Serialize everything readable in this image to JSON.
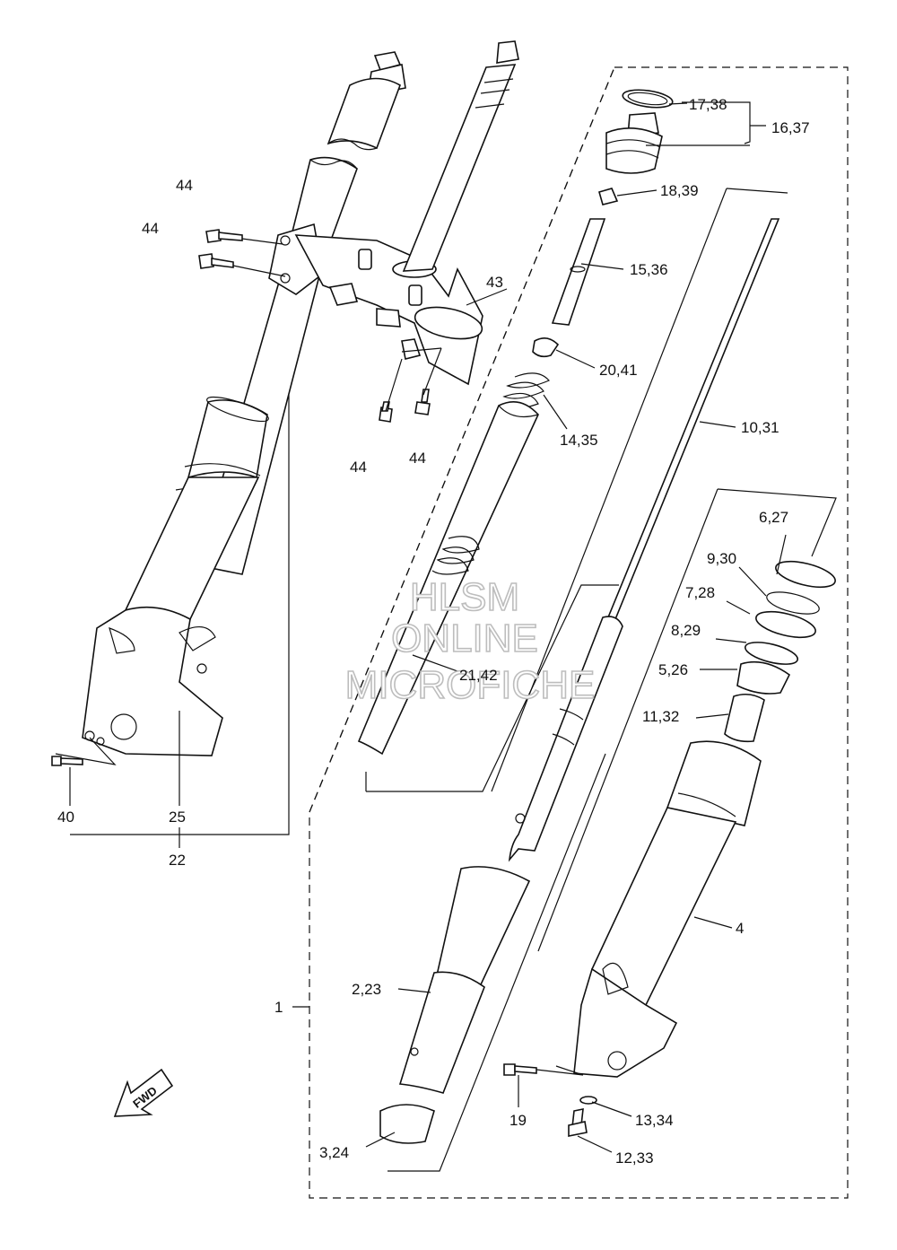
{
  "callouts": {
    "c1": "1",
    "c2_23": "2,23",
    "c3_24": "3,24",
    "c4": "4",
    "c5_26": "5,26",
    "c6_27": "6,27",
    "c7_28": "7,28",
    "c8_29": "8,29",
    "c9_30": "9,30",
    "c10_31": "10,31",
    "c11_32": "11,32",
    "c12_33": "12,33",
    "c13_34": "13,34",
    "c14_35": "14,35",
    "c15_36": "15,36",
    "c16_37": "16,37",
    "c17_38": "17,38",
    "c18_39": "18,39",
    "c19": "19",
    "c20_41": "20,41",
    "c21_42": "21,42",
    "c22": "22",
    "c25": "25",
    "c40": "40",
    "c43": "43",
    "c44a": "44",
    "c44b": "44",
    "c44c": "44",
    "c44d": "44"
  },
  "watermark": {
    "line1": "HLSM",
    "line2": "ONLINE",
    "line3": "MICROFICHE"
  },
  "direction_arrow": "FWD"
}
